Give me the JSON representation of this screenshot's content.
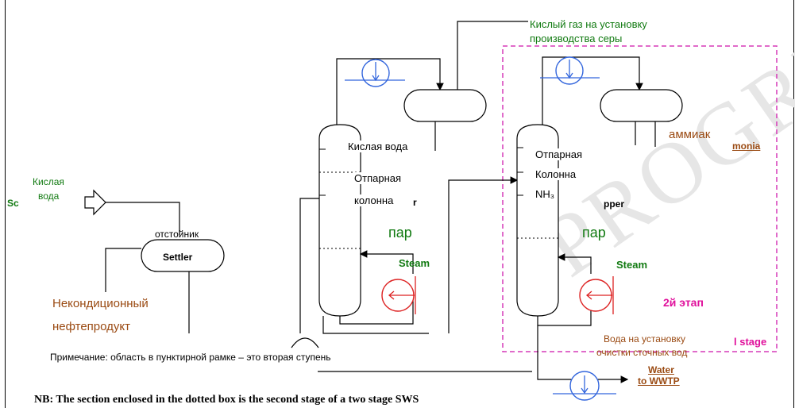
{
  "labels": {
    "acid_gas_line1": "Кислый     газ     на     установку",
    "acid_gas_line2": "производства серы",
    "sour_water_ru_1": "Кислая",
    "sour_water_ru_2": "вода",
    "sour_fragment": "Sc",
    "settler_ru": "отстойник",
    "settler_en": "Settler",
    "offspec_1": "Некондиционный",
    "offspec_2": "нефтепродукт",
    "col1_text1": "Кислая вода",
    "col1_text2": "Отпарная",
    "col1_text3": "колонна",
    "col1_fragment": "r",
    "steam_ru_1": "пар",
    "steam_en_1": "Steam",
    "col2_text1": "Отпарная",
    "col2_text2": "Колонна",
    "col2_text3": "NH₃",
    "stripper_fragment": "pper",
    "steam_ru_2": "пар",
    "steam_en_2": "Steam",
    "ammonia_ru": "аммиак",
    "ammonia_en_fragment": "monia",
    "stage2_ru": "2й этап",
    "stage_en_fragment": "l stage",
    "wwtp_ru_1": "Вода на установку",
    "wwtp_ru_2": "очистки сточных вод",
    "wwtp_en_1": "Water",
    "wwtp_en_2": "to WWTP",
    "note_ru": "Примечание: область в пунктирной рамке – это вторая ступень",
    "note_en": "NB: The section enclosed in the dotted box is the second stage of a two stage SWS",
    "watermark": "PROGRES"
  },
  "colors": {
    "green": "#117a11",
    "brown": "#9a4a12",
    "magenta_box": "#d63ab8",
    "cooler_blue": "#3366dd",
    "heater_red": "#dd2222"
  }
}
